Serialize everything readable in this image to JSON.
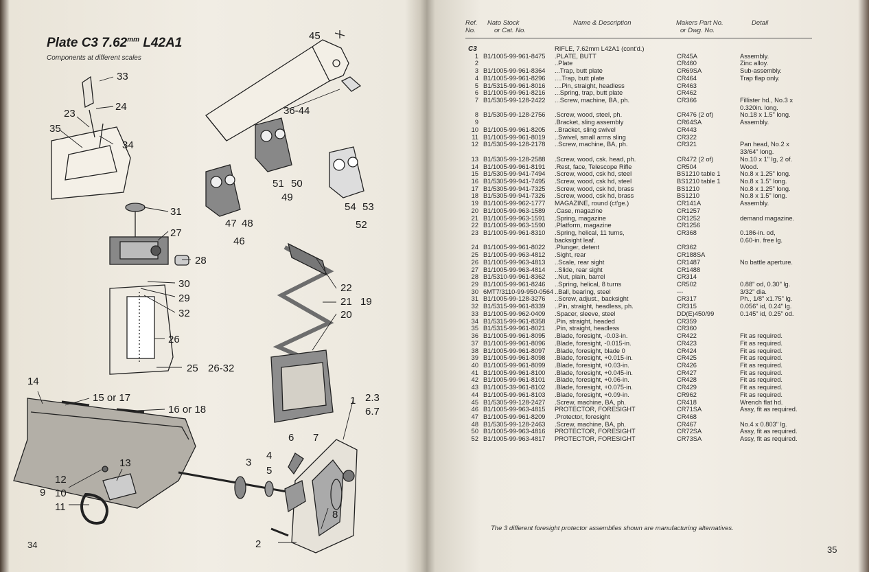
{
  "left_page": {
    "plate_title": "Plate C3  7.62",
    "plate_title_sup": "mm",
    "plate_title_model": " L42A1",
    "subtitle": "Components at different scales",
    "page_number": "34",
    "callouts": [
      "45",
      "33",
      "24",
      "23",
      "35",
      "34",
      "36-44",
      "31",
      "27",
      "28",
      "30",
      "29",
      "32",
      "26",
      "25",
      "26-32",
      "22",
      "21",
      "19",
      "20",
      "14",
      "15 or 17",
      "16 or 18",
      "1",
      "2.3",
      "6.7",
      "51",
      "50",
      "49",
      "47",
      "48",
      "46",
      "54",
      "53",
      "52",
      "3",
      "4",
      "5",
      "6",
      "7",
      "8",
      "9",
      "12",
      "10",
      "11",
      "13",
      "2"
    ]
  },
  "right_page": {
    "page_number": "35",
    "headers": {
      "ref": "Ref.",
      "no": "No.",
      "nato1": "Nato Stock",
      "nato2": "or Cat. No.",
      "name": "Name & Description",
      "makers1": "Makers Part No.",
      "makers2": "or Dwg. No.",
      "detail": "Detail"
    },
    "section": "C3",
    "parts": [
      {
        "ref": "",
        "nato": "",
        "name": "RIFLE, 7.62mm L42A1  (cont'd.)",
        "part": "",
        "detail": ""
      },
      {
        "ref": "1",
        "nato": "B1/1005-99-961-8475",
        "name": ".PLATE, BUTT",
        "part": "CR45A",
        "detail": "Assembly."
      },
      {
        "ref": "2",
        "nato": "",
        "name": "..Plate",
        "part": "CR460",
        "detail": "Zinc alloy."
      },
      {
        "ref": "3",
        "nato": "B1/1005-99-961-8364",
        "name": "...Trap, butt plate",
        "part": "CR69SA",
        "detail": "Sub-assembly."
      },
      {
        "ref": "4",
        "nato": "B1/1005-99-961-8296",
        "name": "....Trap, butt plate",
        "part": "CR464",
        "detail": "Trap flap only."
      },
      {
        "ref": "5",
        "nato": "B1/5315-99-961-8016",
        "name": "....Pin, straight, headless",
        "part": "CR463",
        "detail": ""
      },
      {
        "ref": "6",
        "nato": "B1/1005-99-961-8216",
        "name": "...Spring, trap, butt plate",
        "part": "CR462",
        "detail": ""
      },
      {
        "ref": "7",
        "nato": "B1/5305-99-128-2422",
        "name": "...Screw, machine, BA, ph.",
        "part": "CR366",
        "detail": "Fillister hd., No.3 x"
      },
      {
        "ref": "",
        "nato": "",
        "name": "",
        "part": "",
        "detail": "0.320in. long."
      },
      {
        "ref": "8",
        "nato": "B1/5305-99-128-2756",
        "name": ".Screw, wood, steel, ph.",
        "part": "CR476  (2 of)",
        "detail": "No.18 x 1.5\" long."
      },
      {
        "ref": "9",
        "nato": "",
        "name": ".Bracket, sling assembly",
        "part": "CR64SA",
        "detail": "Assembly."
      },
      {
        "ref": "10",
        "nato": "B1/1005-99-961-8205",
        "name": "..Bracket, sling swivel",
        "part": "CR443",
        "detail": ""
      },
      {
        "ref": "11",
        "nato": "B1/1005-99-961-8019",
        "name": "..Swivel, small arms sling",
        "part": "CR322",
        "detail": ""
      },
      {
        "ref": "12",
        "nato": "B1/5305-99-128-2178",
        "name": "..Screw, machine, BA, ph.",
        "part": "CR321",
        "detail": "Pan head, No.2 x"
      },
      {
        "ref": "",
        "nato": "",
        "name": "",
        "part": "",
        "detail": "33/64\" long."
      },
      {
        "ref": "13",
        "nato": "B1/5305-99-128-2588",
        "name": ".Screw, wood, csk. head, ph.",
        "part": "CR472  (2 of)",
        "detail": "No.10 x 1\" lg, 2 of."
      },
      {
        "ref": "14",
        "nato": "B1/1005-99-961-8191",
        "name": ".Rest, face, Telescope Rifle",
        "part": "CR504",
        "detail": "Wood."
      },
      {
        "ref": "15",
        "nato": "B1/5305-99-941-7494",
        "name": ".Screw, wood, csk hd, steel",
        "part": "BS1210 table 1",
        "detail": "No.8 x 1.25\" long."
      },
      {
        "ref": "16",
        "nato": "B1/5305-99-941-7495",
        "name": ".Screw, wood, csk hd, steel",
        "part": "BS1210 table 1",
        "detail": "No.8 x 1.5\" long."
      },
      {
        "ref": "17",
        "nato": "B1/5305-99-941-7325",
        "name": ".Screw, wood, csk hd, brass",
        "part": "BS1210",
        "detail": "No.8 x 1.25\" long."
      },
      {
        "ref": "18",
        "nato": "B1/5305-99-941-7326",
        "name": ".Screw, wood, csk hd, brass",
        "part": "BS1210",
        "detail": "No.8 x 1.5\" long."
      },
      {
        "ref": "19",
        "nato": "B1/1005-99-962-1777",
        "name": "MAGAZINE, round (ct'ge.)",
        "part": "CR141A",
        "detail": "Assembly."
      },
      {
        "ref": "20",
        "nato": "B1/1005-99-963-1589",
        "name": ".Case, magazine",
        "part": "CR1257",
        "detail": ""
      },
      {
        "ref": "21",
        "nato": "B1/1005-99-963-1591",
        "name": ".Spring, magazine",
        "part": "CR1252",
        "detail": "demand magazine."
      },
      {
        "ref": "22",
        "nato": "B1/1005-99-963-1590",
        "name": ".Platform, magazine",
        "part": "CR1256",
        "detail": ""
      },
      {
        "ref": "23",
        "nato": "B1/1005-99-961-8310",
        "name": ".Spring, helical, 11 turns,",
        "part": "CR368",
        "detail": "0.186-in. od,"
      },
      {
        "ref": "",
        "nato": "",
        "name": "backsight leaf.",
        "part": "",
        "detail": "0.60-in. free lg."
      },
      {
        "ref": "24",
        "nato": "B1/1005-99-961-8022",
        "name": ".Plunger, detent",
        "part": "CR362",
        "detail": ""
      },
      {
        "ref": "25",
        "nato": "B1/1005-99-963-4812",
        "name": ".Sight, rear",
        "part": "CR188SA",
        "detail": ""
      },
      {
        "ref": "26",
        "nato": "B1/1005-99-963-4813",
        "name": "..Scale, rear sight",
        "part": "CR1487",
        "detail": "No battle aperture."
      },
      {
        "ref": "27",
        "nato": "B1/1005-99-963-4814",
        "name": "..Slide, rear sight",
        "part": "CR1488",
        "detail": ""
      },
      {
        "ref": "28",
        "nato": "B1/5310-99-961-8362",
        "name": "..Nut, plain, barrel",
        "part": "CR314",
        "detail": ""
      },
      {
        "ref": "29",
        "nato": "B1/1005-99-961-8246",
        "name": "..Spring, helical, 8 turns",
        "part": "CR502",
        "detail": "0.88\" od, 0.30\" lg."
      },
      {
        "ref": "30",
        "nato": "6MT7/3110-99-950-0564",
        "name": "..Ball, bearing, steel",
        "part": "---",
        "detail": "3/32\" dia."
      },
      {
        "ref": "31",
        "nato": "B1/1005-99-128-3276",
        "name": "..Screw, adjust., backsight",
        "part": "CR317",
        "detail": "Ph., 1/8\" x1.75\" lg."
      },
      {
        "ref": "32",
        "nato": "B1/5315-99-961-8339",
        "name": "..Pin, straight, headless, ph.",
        "part": "CR315",
        "detail": "0.056\" id, 0.24\" lg."
      },
      {
        "ref": "33",
        "nato": "B1/1005-99-962-0409",
        "name": ".Spacer, sleeve, steel",
        "part": "DD(E)450/99",
        "detail": "0.145\" id, 0.25\" od."
      },
      {
        "ref": "34",
        "nato": "B1/5315-99-961-8358",
        "name": ".Pin, straight, headed",
        "part": "CR359",
        "detail": ""
      },
      {
        "ref": "35",
        "nato": "B1/5315-99-961-8021",
        "name": ".Pin, straight, headless",
        "part": "CR360",
        "detail": ""
      },
      {
        "ref": "36",
        "nato": "B1/1005-99-961-8095",
        "name": ".Blade, foresight, -0.03-in.",
        "part": "CR422",
        "detail": "Fit as required."
      },
      {
        "ref": "37",
        "nato": "B1/1005-99-961-8096",
        "name": ".Blade, foresight, -0.015-in.",
        "part": "CR423",
        "detail": "Fit as required."
      },
      {
        "ref": "38",
        "nato": "B1/1005-99-961-8097",
        "name": ".Blade, foresight, blade 0",
        "part": "CR424",
        "detail": "Fit as required."
      },
      {
        "ref": "39",
        "nato": "B1/1005-99-961-8098",
        "name": ".Blade, foresight, +0.015-in.",
        "part": "CR425",
        "detail": "Fit as required."
      },
      {
        "ref": "40",
        "nato": "B1/1005-99-961-8099",
        "name": ".Blade, foresight, +0.03-in.",
        "part": "CR426",
        "detail": "Fit as required."
      },
      {
        "ref": "41",
        "nato": "B1/1005-99-961-8100",
        "name": ".Blade, foresight, +0.045-in.",
        "part": "CR427",
        "detail": "Fit as required."
      },
      {
        "ref": "42",
        "nato": "B1/1005-99-961-8101",
        "name": ".Blade, foresight, +0.06-in.",
        "part": "CR428",
        "detail": "Fit as required."
      },
      {
        "ref": "43",
        "nato": "B1/1005-39-961-8102",
        "name": ".Blade, foresight, +0.075-in.",
        "part": "CR429",
        "detail": "Fit as required."
      },
      {
        "ref": "44",
        "nato": "B1/1005-99-961-8103",
        "name": ".Blade, foresight, +0.09-in.",
        "part": "CR962",
        "detail": "Fit as required."
      },
      {
        "ref": "45",
        "nato": "B1/5305-99-128-2427",
        "name": ".Screw, machine, BA, ph.",
        "part": "CR418",
        "detail": "Wrench flat hd."
      },
      {
        "ref": "46",
        "nato": "B1/1005-99-963-4815",
        "name": "PROTECTOR, FORESIGHT",
        "part": "CR71SA",
        "detail": "Assy, fit as required."
      },
      {
        "ref": "47",
        "nato": "B1/1005-99-961-8209",
        "name": ".Protector, foresight",
        "part": "CR468",
        "detail": ""
      },
      {
        "ref": "48",
        "nato": "B1/5305-99-128-2463",
        "name": ".Screw, machine, BA, ph.",
        "part": "CR467",
        "detail": "No.4 x 0.803\" lg."
      },
      {
        "ref": "50",
        "nato": "B1/1005-99-963-4816",
        "name": "PROTECTOR, FORESIGHT",
        "part": "CR72SA",
        "detail": "Assy, fit as required."
      },
      {
        "ref": "52",
        "nato": "B1/1005-99-963-4817",
        "name": "PROTECTOR, FORESIGHT",
        "part": "CR73SA",
        "detail": "Assy, fit as required."
      }
    ],
    "footnote": "The 3 different foresight protector assemblies shown are manufacturing alternatives."
  }
}
